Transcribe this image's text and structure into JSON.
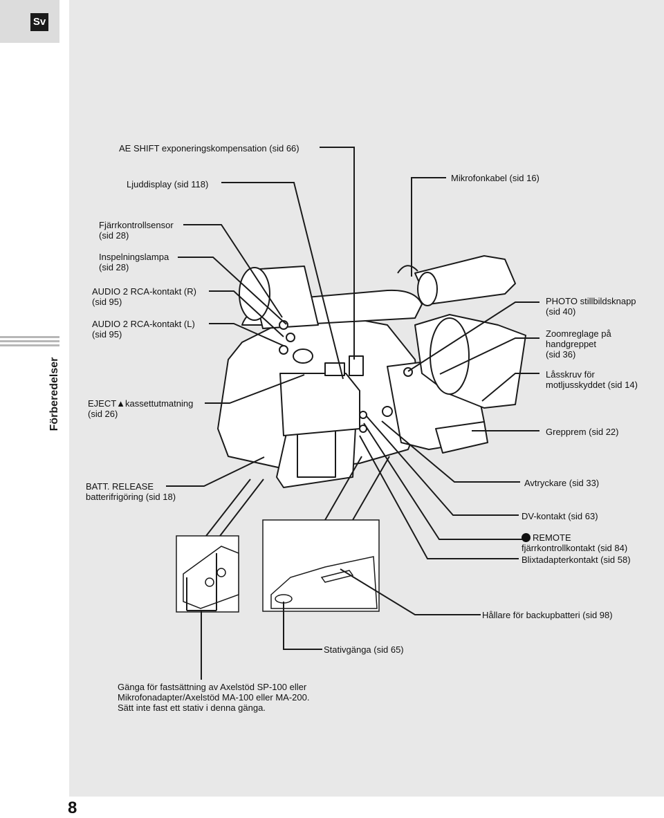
{
  "page": {
    "language_badge": "Sv",
    "section_title": "Förberedelser",
    "page_number": "8"
  },
  "labels": {
    "ae_shift": "AE SHIFT exponeringskompensation (sid 66)",
    "ljuddisplay": "Ljuddisplay (sid 118)",
    "mikrofonkabel": "Mikrofonkabel (sid 16)",
    "fjarrkontrollsensor_1": "Fjärrkontrollsensor",
    "fjarrkontrollsensor_2": "(sid 28)",
    "inspelningslampa_1": "Inspelningslampa",
    "inspelningslampa_2": "(sid 28)",
    "audio2_r_1": "AUDIO 2 RCA-kontakt (R)",
    "audio2_r_2": "(sid 95)",
    "audio2_l_1": "AUDIO 2 RCA-kontakt (L)",
    "audio2_l_2": "(sid 95)",
    "eject_1": "EJECT▲kassettutmatning",
    "eject_2": "(sid 26)",
    "batt_release_1": "BATT. RELEASE",
    "batt_release_2": "batterifrigöring (sid 18)",
    "photo_1": "PHOTO stillbildsknapp",
    "photo_2": "(sid 40)",
    "zoomreglage_1": "Zoomreglage på",
    "zoomreglage_2": "handgreppet",
    "zoomreglage_3": "(sid 36)",
    "lasskruv_1": "Låsskruv för",
    "lasskruv_2": "motljusskyddet (sid 14)",
    "grepprem": "Grepprem (sid 22)",
    "avtryckare": "Avtryckare (sid 33)",
    "dv_kontakt": "DV-kontakt (sid 63)",
    "remote_1": "REMOTE",
    "remote_2": "fjärrkontrollkontakt (sid 84)",
    "blixtadapter": "Blixtadapterkontakt (sid 58)",
    "hallare": "Hållare för backupbatteri (sid 98)",
    "stativganga": "Stativgänga (sid 65)",
    "ganga_1": "Gänga för fastsättning av Axelstöd SP-100 eller",
    "ganga_2": "Mikrofonadapter/Axelstöd MA-100 eller MA-200.",
    "ganga_3": "Sätt inte fast ett stativ i denna gänga."
  }
}
